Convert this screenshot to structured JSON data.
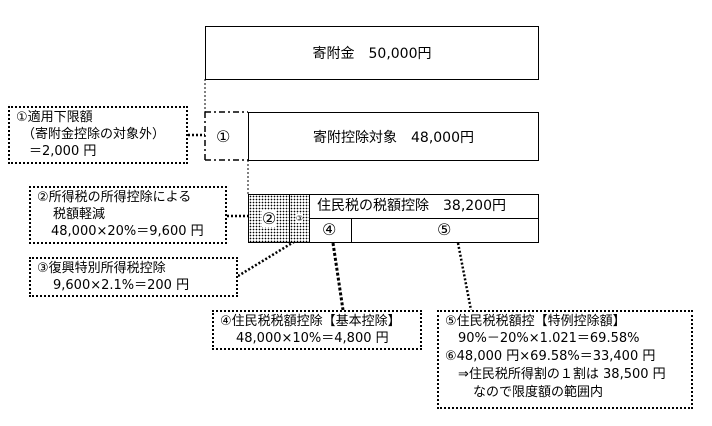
{
  "donation_box": {
    "label": "寄附金　50,000円"
  },
  "marker_1": "①",
  "deduction_target_box": {
    "label": "寄附控除対象　48,000円"
  },
  "callout_1": {
    "line1": "①適用下限額",
    "line2": "（寄附金控除の対象外）",
    "line3": "＝2,000 円"
  },
  "marker_2": "②",
  "marker_3": "③",
  "resident_tax_box": {
    "label": "住民税の税額控除　38,200円"
  },
  "marker_4": "④",
  "marker_5": "⑤",
  "callout_2": {
    "line1": "②所得税の所得控除による",
    "line2": "税額軽減",
    "line3": "48,000×20%＝9,600 円"
  },
  "callout_3": {
    "line1": "③復興特別所得税控除",
    "line2": "9,600×2.1%＝200 円"
  },
  "callout_4": {
    "line1": "④住民税税額控除【基本控除】",
    "line2": "48,000×10%＝4,800 円"
  },
  "callout_5": {
    "line1": "⑤住民税税額控【特例控除額】",
    "line2": "90%－20%×1.021＝69.58%",
    "line3": "⑥48,000 円×69.58%＝33,400 円",
    "line4": "⇒住民税所得割の１割は 38,500 円",
    "line5": "なので限度額の範囲内"
  }
}
